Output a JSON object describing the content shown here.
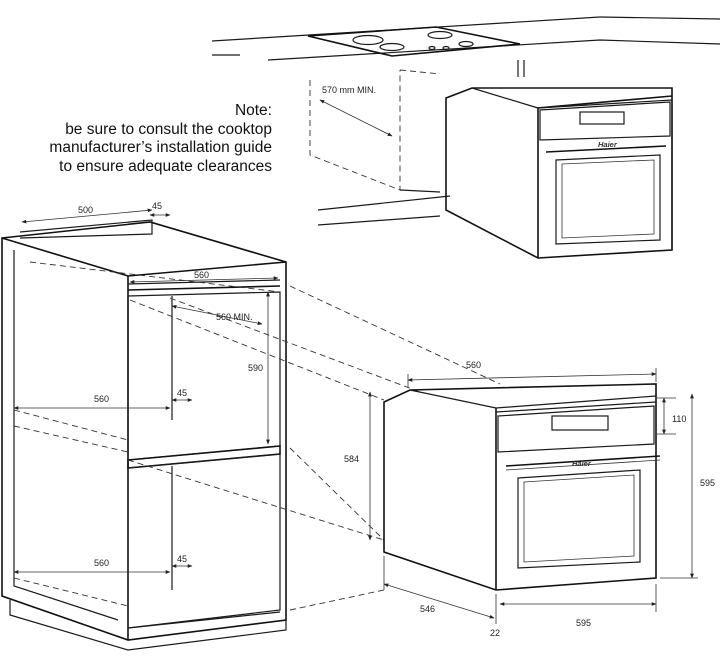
{
  "note": {
    "heading": "Note:",
    "lines": [
      "be sure to consult the cooktop",
      "manufacturer’s installation guide",
      "to ensure adequate clearances"
    ]
  },
  "cooktop_detail": {
    "min_label": "570 mm MIN.",
    "brand": "Haier"
  },
  "cabinet": {
    "top_depth": "500",
    "top_offset": "45",
    "opening_width": "560",
    "opening_min": "560 MIN.",
    "opening_height": "590",
    "shelf_depth_upper": "560",
    "shelf_gap_upper": "45",
    "shelf_depth_lower": "560",
    "shelf_gap_lower": "45"
  },
  "oven": {
    "brand": "Haier",
    "body_width": "560",
    "body_height": "584",
    "control_height": "110",
    "total_height": "595",
    "depth": "546",
    "front_offset": "22",
    "front_width": "595"
  }
}
